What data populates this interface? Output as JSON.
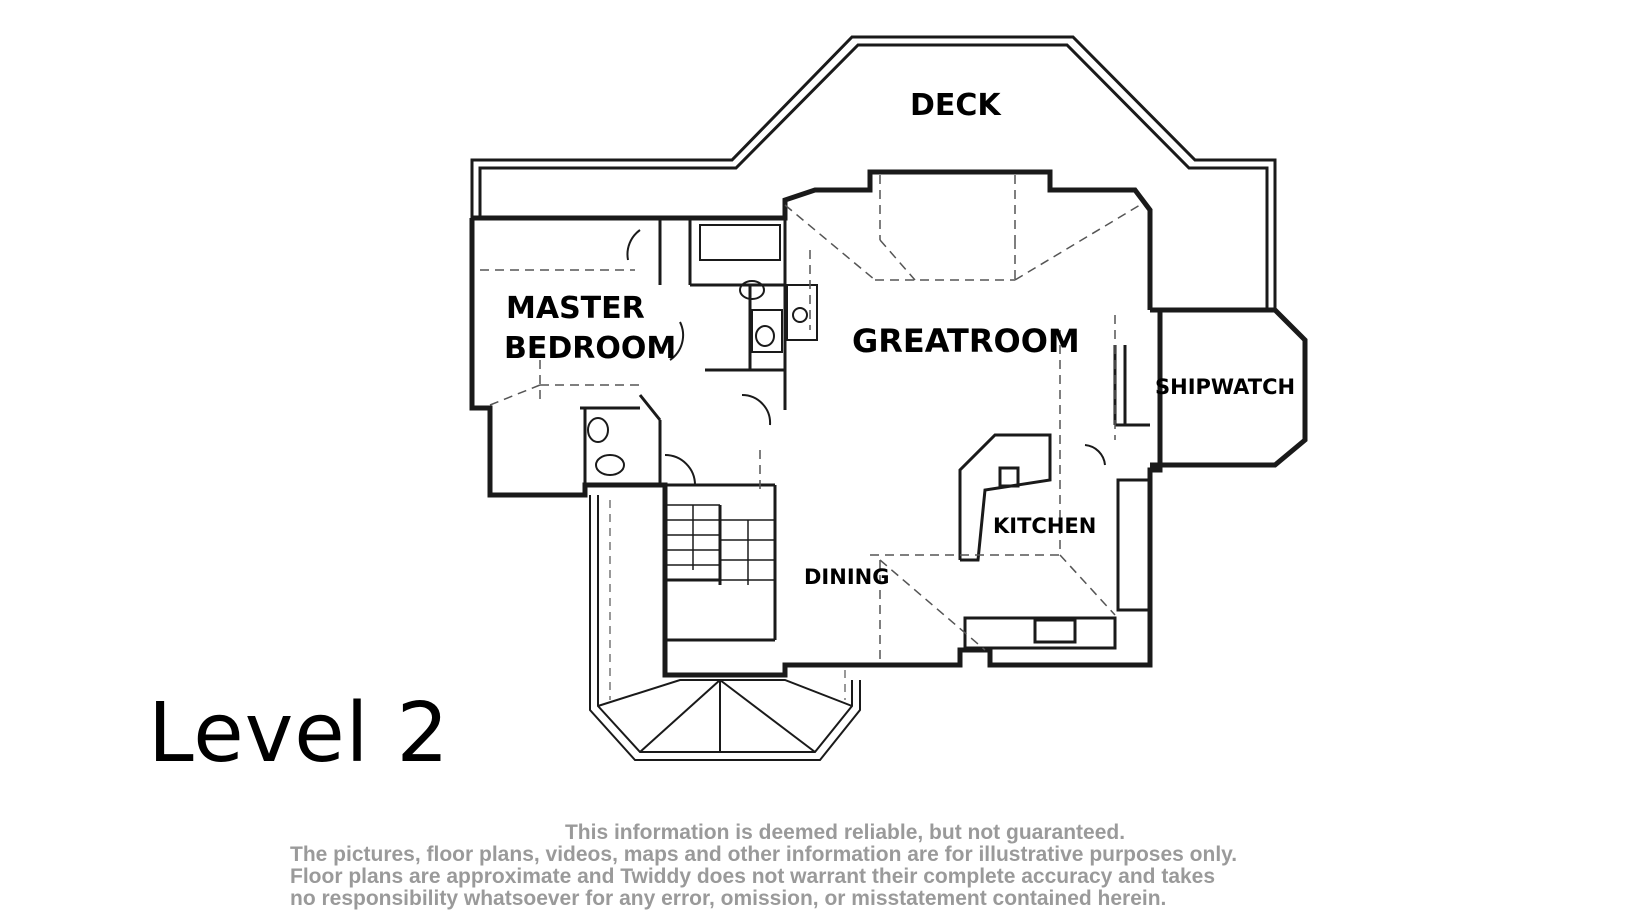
{
  "rooms": {
    "deck": "DECK",
    "master_line1": "MASTER",
    "master_line2": "BEDROOM",
    "greatroom": "GREATROOM",
    "shipwatch": "SHIPWATCH",
    "kitchen": "KITCHEN",
    "dining": "DINING"
  },
  "level_label": "Level 2",
  "disclaimer": {
    "line1": "This information is deemed reliable, but not guaranteed.",
    "line2": "The pictures, floor plans, videos, maps and other information are for illustrative purposes only.",
    "line3": "Floor plans are approximate and Twiddy does not warrant their complete accuracy and takes",
    "line4": "no responsibility whatsoever for any error, omission, or misstatement contained herein."
  },
  "colors": {
    "wall": "#1a1a1a",
    "dash": "#555555",
    "disclaimer_text": "#9a9a9a"
  }
}
